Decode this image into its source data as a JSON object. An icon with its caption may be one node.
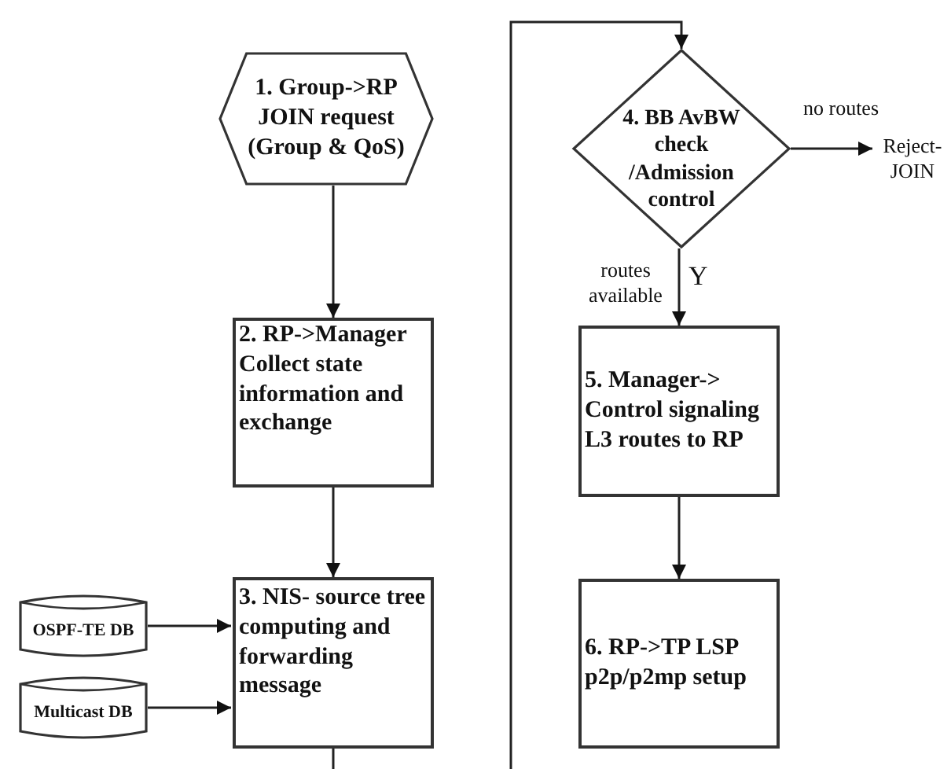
{
  "diagram": {
    "nodes": [
      {
        "text": [
          "1. Group->RP JOIN request (Group & QoS)"
        ]
      },
      {
        "text": [
          "2. RP->Manager Collect state information and exchange"
        ]
      },
      {
        "text": [
          "OSPF-TE DB"
        ]
      },
      {
        "text": [
          "Multicast DB"
        ]
      },
      {
        "text": [
          "3. NIS- source tree computing and forwarding message"
        ]
      },
      {
        "text": [
          "4. BB AvBW check /Admission control"
        ]
      },
      {
        "text": [
          "5. Manager-> Control signaling L3 routes to RP"
        ]
      },
      {
        "text": [
          "6. RP->TP LSP p2p/p2mp setup"
        ]
      },
      {
        "text": [
          "Reject- JOIN"
        ]
      }
    ],
    "edges": [
      {
        "from": 0,
        "to": 1,
        "arrow": "to"
      },
      {
        "from": 1,
        "to": 4,
        "arrow": "to"
      },
      {
        "from": 2,
        "to": 4,
        "arrow": "to"
      },
      {
        "from": 3,
        "to": 4,
        "arrow": "to"
      },
      {
        "from": 4,
        "to": null,
        "arrow": "none"
      },
      {
        "from": null,
        "to": 5,
        "arrow": "to"
      },
      {
        "from": 5,
        "to": 8,
        "label": "no routes",
        "arrow": "to"
      },
      {
        "from": 5,
        "to": 6,
        "label": "routes available",
        "arrow": "to"
      },
      {
        "from": 6,
        "to": 7,
        "arrow": "to"
      }
    ],
    "labels": [
      "Y"
    ]
  }
}
